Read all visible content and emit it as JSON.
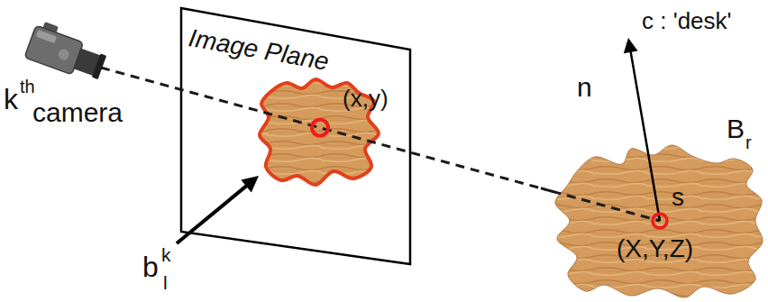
{
  "diagram": {
    "nodes": [
      {
        "text": [
          "Image Plane"
        ]
      },
      {
        "text": [
          "s",
          "(X,Y,Z)"
        ]
      }
    ],
    "labels": [
      "k",
      "th",
      "camera",
      "(x,y)",
      "b",
      "k",
      "l",
      "n",
      "c : 'desk'",
      "B",
      "r"
    ]
  }
}
